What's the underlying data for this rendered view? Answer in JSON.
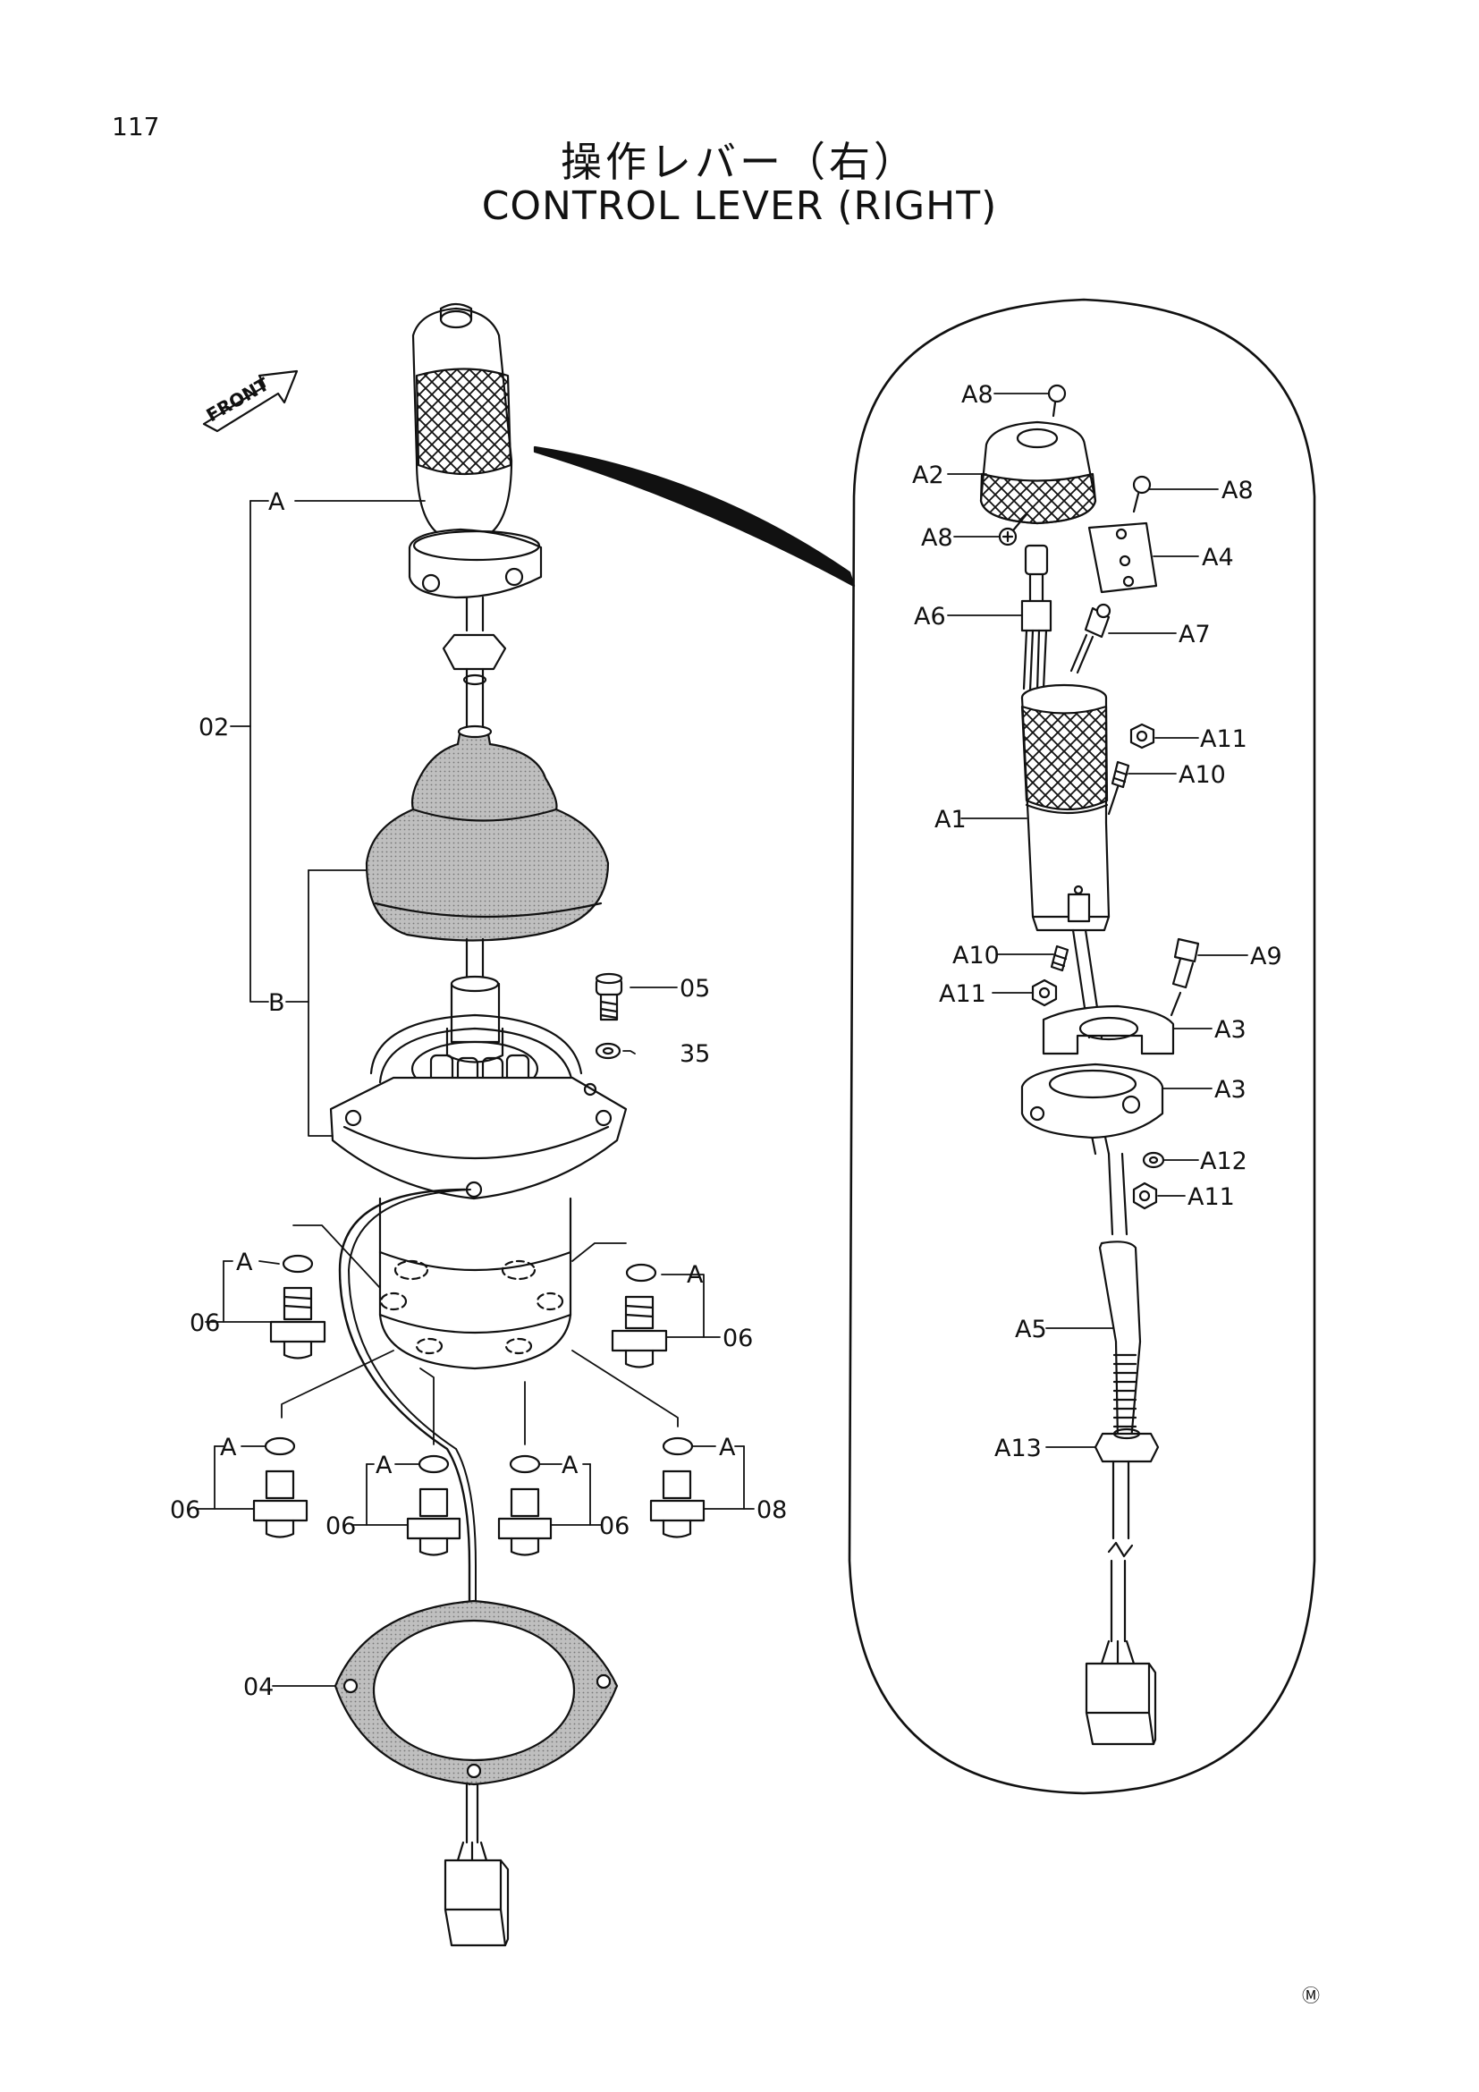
{
  "page_number": "117",
  "title_jp": "操作レバー（右）",
  "title_en": "CONTROL LEVER (RIGHT)",
  "front_label": "FRONT",
  "mark": "Ⓜ",
  "labels": {
    "l_A_top": "A",
    "l_02": "02",
    "l_B": "B",
    "l_05": "05",
    "l_35": "35",
    "l_A_pl1": "A",
    "l_06_pl1": "06",
    "l_A_pr1": "A",
    "l_06_pr1": "06",
    "l_A_b1": "A",
    "l_06_b1": "06",
    "l_A_b2": "A",
    "l_06_b2": "06",
    "l_A_b3": "A",
    "l_06_b3": "06",
    "l_A_b4": "A",
    "l_08_b4": "08",
    "l_04": "04",
    "l_A8_a": "A8",
    "l_A2": "A2",
    "l_A8_b": "A8",
    "l_A8_c": "A8",
    "l_A4": "A4",
    "l_A6": "A6",
    "l_A7": "A7",
    "l_A11_a": "A11",
    "l_A10_a": "A10",
    "l_A1": "A1",
    "l_A10_b": "A10",
    "l_A9": "A9",
    "l_A11_b": "A11",
    "l_A3_a": "A3",
    "l_A3_b": "A3",
    "l_A12": "A12",
    "l_A11_c": "A11",
    "l_A5": "A5",
    "l_A13": "A13"
  }
}
